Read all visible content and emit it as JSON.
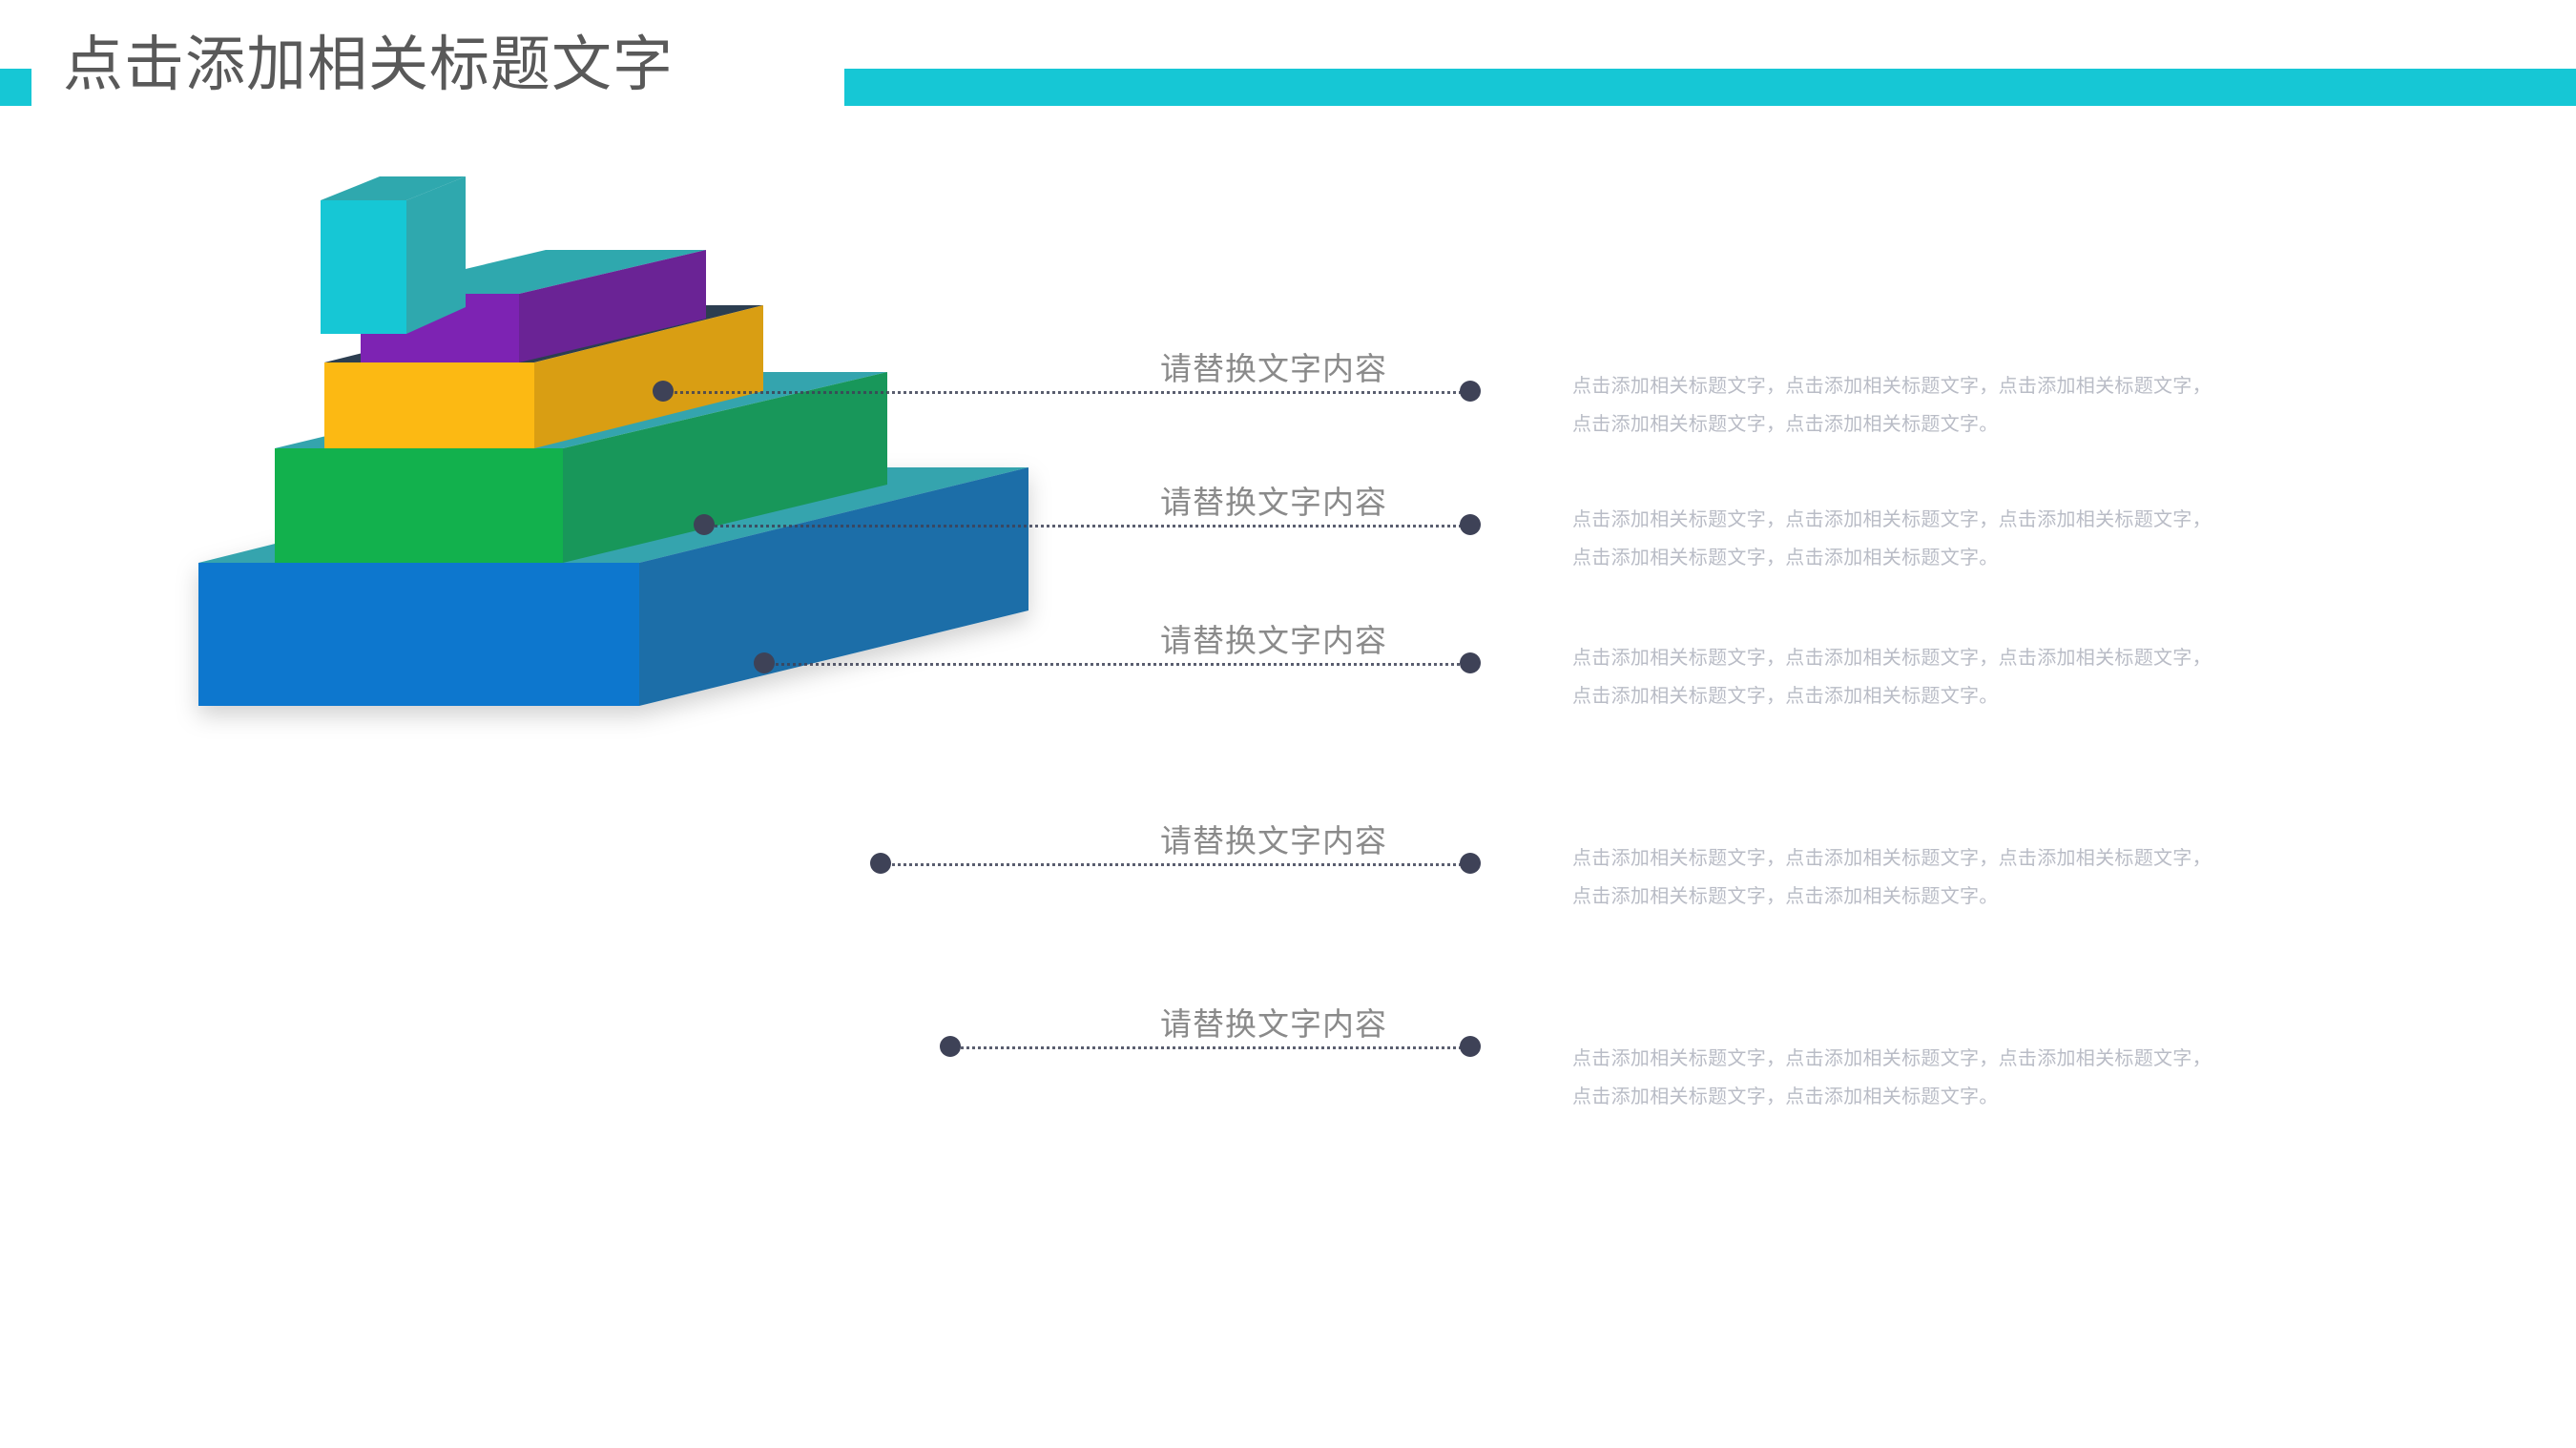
{
  "header": {
    "title": "点击添加相关标题文字",
    "accent_color": "#16C7D5",
    "title_color": "#595959"
  },
  "diagram": {
    "type": "3d-stacked-pyramid",
    "levels": [
      {
        "name": "level-1-top",
        "front_color": "#16C7D5",
        "side_color": "#1AA7B4",
        "top_color": "#2FA8AE"
      },
      {
        "name": "level-2",
        "front_color": "#7D23B3",
        "side_color": "#6A2395",
        "top_color": "#2FA8AE"
      },
      {
        "name": "level-3",
        "front_color": "#FCB913",
        "side_color": "#D99E13",
        "top_color": "#2C3E50"
      },
      {
        "name": "level-4",
        "front_color": "#12B14D",
        "side_color": "#18975A",
        "top_color": "#2FA8AE"
      },
      {
        "name": "level-5-base",
        "front_color": "#0F77CE",
        "side_color": "#1C6EA8",
        "top_color": "#34A4AE"
      }
    ]
  },
  "callouts": [
    {
      "label": "请替换文字内容",
      "body": "点击添加相关标题文字，点击添加相关标题文字，点击添加相关标题文字，点击添加相关标题文字，点击添加相关标题文字。"
    },
    {
      "label": "请替换文字内容",
      "body": "点击添加相关标题文字，点击添加相关标题文字，点击添加相关标题文字，点击添加相关标题文字，点击添加相关标题文字。"
    },
    {
      "label": "请替换文字内容",
      "body": "点击添加相关标题文字，点击添加相关标题文字，点击添加相关标题文字，点击添加相关标题文字，点击添加相关标题文字。"
    },
    {
      "label": "请替换文字内容",
      "body": "点击添加相关标题文字，点击添加相关标题文字，点击添加相关标题文字，点击添加相关标题文字，点击添加相关标题文字。"
    },
    {
      "label": "请替换文字内容",
      "body": "点击添加相关标题文字，点击添加相关标题文字，点击添加相关标题文字，点击添加相关标题文字，点击添加相关标题文字。"
    }
  ],
  "colors": {
    "dot": "#3E4257",
    "leader": "#3E4257",
    "label_text": "#8A8A8A",
    "body_text": "#B9BCC6",
    "background": "#FFFFFF"
  }
}
